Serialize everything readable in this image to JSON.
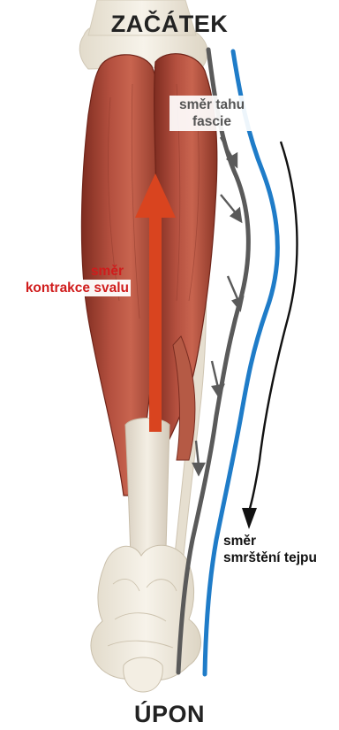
{
  "labels": {
    "top": "ZAČÁTEK",
    "bottom": "ÚPON",
    "fascia": [
      "směr tahu",
      "fascie"
    ],
    "muscle": [
      "směr",
      "kontrakce svalu"
    ],
    "tape": [
      "směr",
      "smrštění tejpu"
    ]
  },
  "colors": {
    "muscle_arrow": "#d9441f",
    "muscle_label": "#d01c1c",
    "fascia_line": "#5a5a5a",
    "tape_line": "#1f7cc8",
    "tape_arrow": "#111111",
    "muscle_tissue": "#a94a3a",
    "bone": "#efe9dc"
  }
}
